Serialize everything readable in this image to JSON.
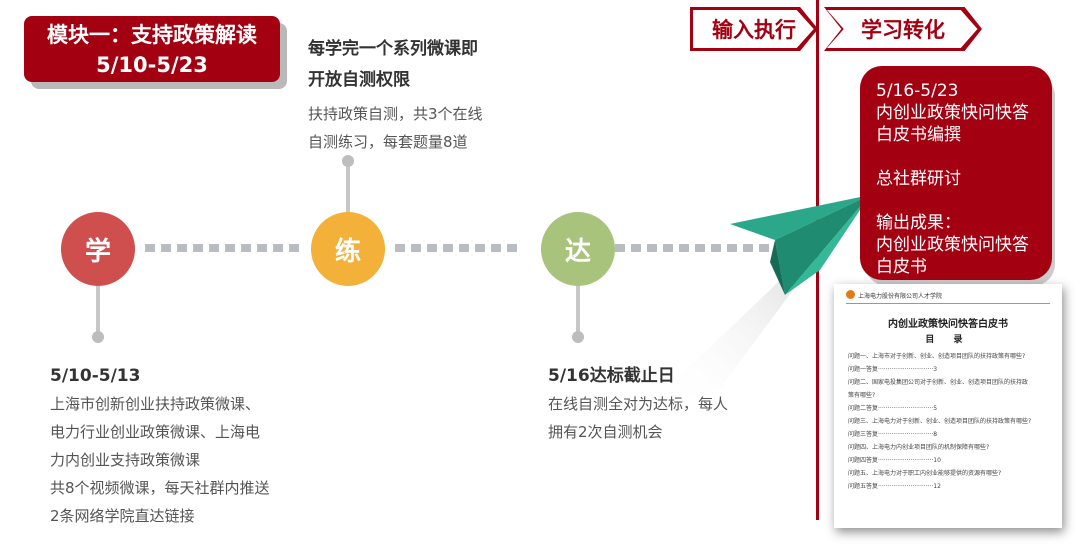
{
  "title": {
    "line1": "模块一：支持政策解读",
    "line2": "5/10-5/23"
  },
  "phases": {
    "input": "输入执行",
    "transform": "学习转化"
  },
  "steps": [
    {
      "char": "学",
      "color": "#cf4f4f"
    },
    {
      "char": "练",
      "color": "#f3b13a"
    },
    {
      "char": "达",
      "color": "#a7c37c"
    }
  ],
  "practice_note": {
    "heading_line1": "每学完一个系列微课即",
    "heading_line2": "开放自测权限",
    "body_line1": "扶持政策自测，共3个在线",
    "body_line2": "自测练习，每套题量8道"
  },
  "learn_note": {
    "heading": "5/10-5/13",
    "lines": [
      "上海市创新创业扶持政策微课、",
      "电力行业创业政策微课、上海电",
      "力内创业支持政策微课",
      "共8个视频微课，每天社群内推送",
      "2条网络学院直达链接"
    ]
  },
  "reach_note": {
    "heading": "5/16达标截止日",
    "lines": [
      "在线自测全对为达标，每人",
      "拥有2次自测机会"
    ]
  },
  "card": {
    "dates": "5/16-5/23",
    "task1": "内创业政策快问快答白皮书编撰",
    "task2": "总社群研讨",
    "output_label": "输出成果：",
    "output_value": "内创业政策快问快答白皮书"
  },
  "document": {
    "org": "上海电力股份有限公司人才学院",
    "title": "内创业政策快问快答白皮书",
    "toc": "目 录",
    "lines": [
      "问题一、上海市对于创新、创业、创造项目团队的扶持政策有哪些?",
      "问题一答复·····························3",
      "问题二、国家电投集团公司对于创新、创业、创造项目团队的扶持政",
      "策有哪些?",
      "问题二答复·····························5",
      "问题三、上海电力对于创新、创业、创造项目团队的扶持政策有哪些?",
      "问题三答复·····························8",
      "问题四、上海电力内创业项目团队的机制保障有哪些?",
      "问题四答复·····························10",
      "问题五、上海电力对于职工内创业能够提供的资源有哪些?",
      "问题五答复·····························12"
    ]
  },
  "colors": {
    "brand_red": "#a30012",
    "plane": "#2aa889"
  }
}
